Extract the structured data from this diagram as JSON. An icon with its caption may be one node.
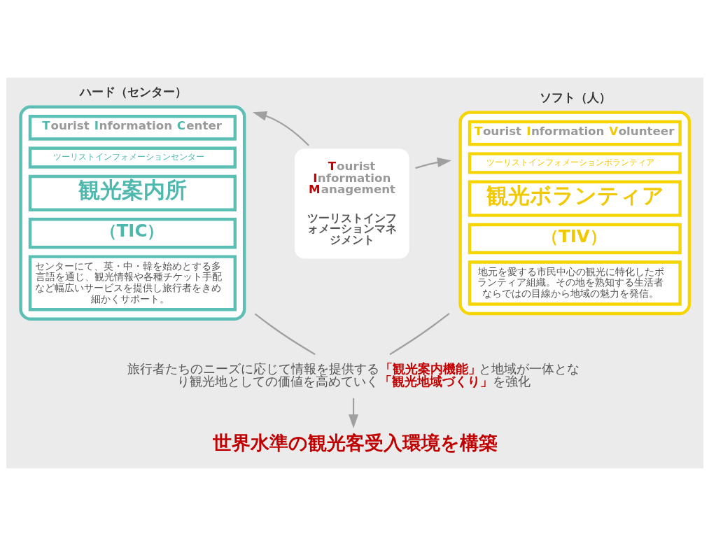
{
  "diagram": {
    "nodes": [
      {
        "text": [
          "**T**ourist **I**nformation **C**enter",
          "ツーリストインフォメーションセンター",
          "観光案内所",
          "（TIC）",
          "センターにて、英・中・韓を始めとする多言語を通じ、観光情報や各種チケット手配など幅広いサービスを提供し旅行者をきめ細かくサポート。"
        ],
        "beside": [
          "ハード（センター）"
        ]
      },
      {
        "text": [
          "**T**ourist **I**nformation **V**olunteer",
          "ツーリストインフォメーションボランティア",
          "観光ボランティア",
          "（TIV）",
          "地元を愛する市民中心の観光に特化したボランティア組織。その地を熟知する生活者ならではの目線から地域の魅力を発信。"
        ],
        "beside": [
          "ソフト（人）"
        ]
      },
      {
        "text": [
          "**T**ourist **I**nformation **M**anagement",
          "ツーリストインフォメーションマネジメント"
        ]
      },
      {
        "text": [
          "旅行者たちのニーズに応じて情報を提供する**「観光案内機能」**と地域が一体となり観光地としての価値を高めていく**「観光地域づくり」**を強化"
        ]
      },
      {
        "text": [
          "世界水準の観光客受入環境を構築"
        ]
      }
    ],
    "edges": [
      {
        "from": 2,
        "to": 0,
        "arrow": "to"
      },
      {
        "from": 2,
        "to": 1,
        "arrow": "to"
      },
      {
        "from": 0,
        "to": 3,
        "arrow": "none"
      },
      {
        "from": 1,
        "to": 3,
        "arrow": "none"
      },
      {
        "from": 3,
        "to": 4,
        "arrow": "to"
      }
    ]
  }
}
